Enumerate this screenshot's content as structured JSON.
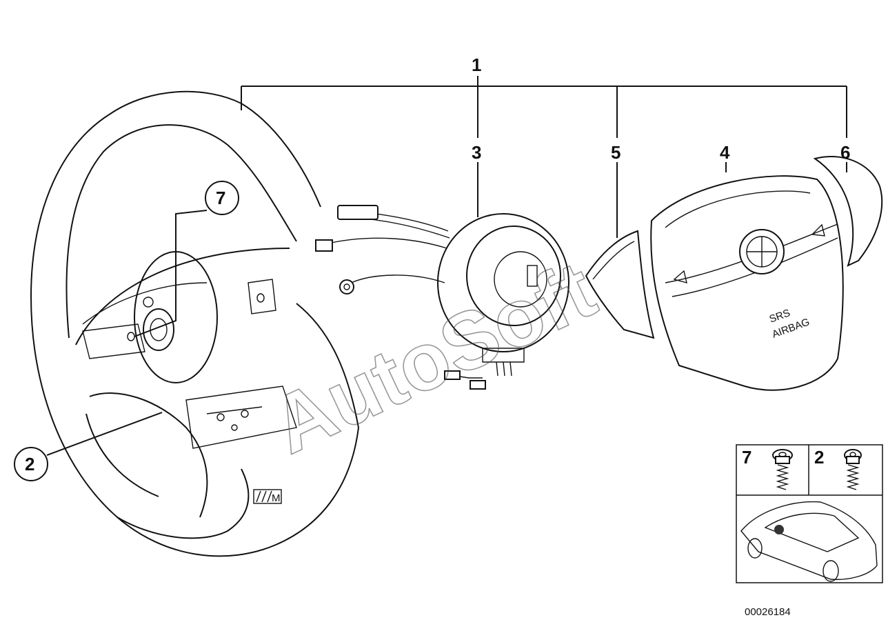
{
  "callouts": {
    "c1": "1",
    "c2": "2",
    "c3": "3",
    "c4": "4",
    "c5": "5",
    "c6": "6",
    "c7": "7"
  },
  "airbag_text": {
    "line1": "SRS",
    "line2": "AIRBAG"
  },
  "m_logo": "M",
  "inset": {
    "screw_7": "7",
    "screw_2": "2"
  },
  "watermark": "AutoSoft",
  "doc_number": "00026184"
}
